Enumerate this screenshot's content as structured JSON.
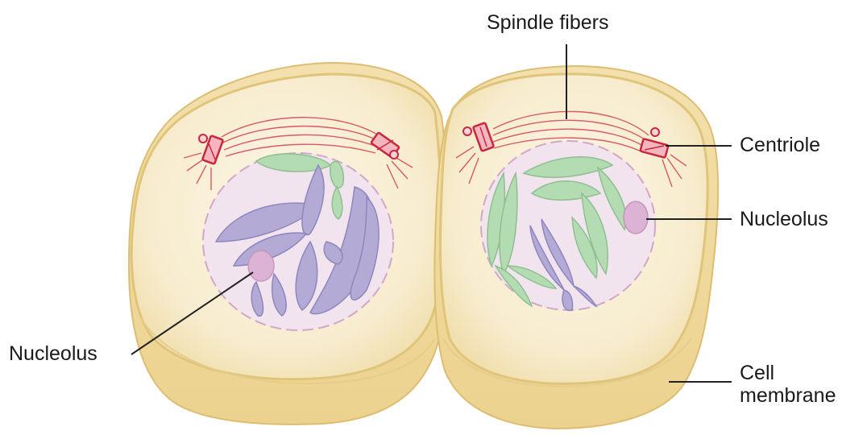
{
  "labels": {
    "spindle_fibers": "Spindle fibers",
    "centriole": "Centriole",
    "nucleolus_right": "Nucleolus",
    "nucleolus_left": "Nucleolus",
    "cell_membrane_line1": "Cell",
    "cell_membrane_line2": "membrane"
  },
  "colors": {
    "cell_fill": "#fbf3dc",
    "cell_outline": "#e3c983",
    "nucleus_fill": "#f1e4ef",
    "chromosome_purple": "#b3abd6",
    "chromosome_green": "#b3dcb3",
    "nucleolus": "#dcb3d4",
    "centriole": "#c8283e",
    "leader_line": "#222222"
  }
}
